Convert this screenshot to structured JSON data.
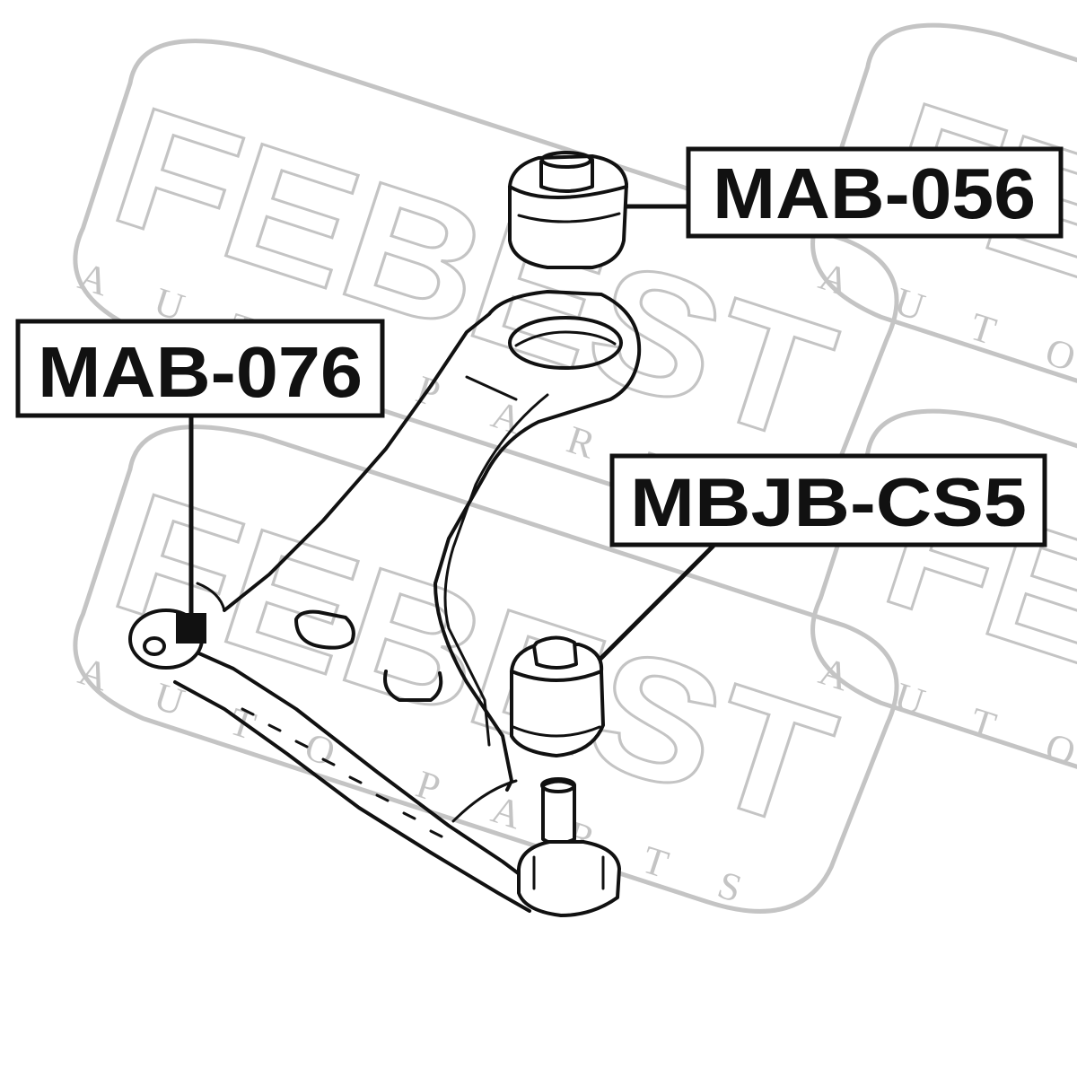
{
  "watermark": {
    "brand": "FEBEST",
    "sub_words": [
      "A",
      "U",
      "T",
      "O",
      "P",
      "A",
      "R",
      "T",
      "S"
    ]
  },
  "callouts": {
    "top_bushing": "MAB-056",
    "left_bushing": "MAB-076",
    "ball_joint": "MBJB-CS5"
  }
}
